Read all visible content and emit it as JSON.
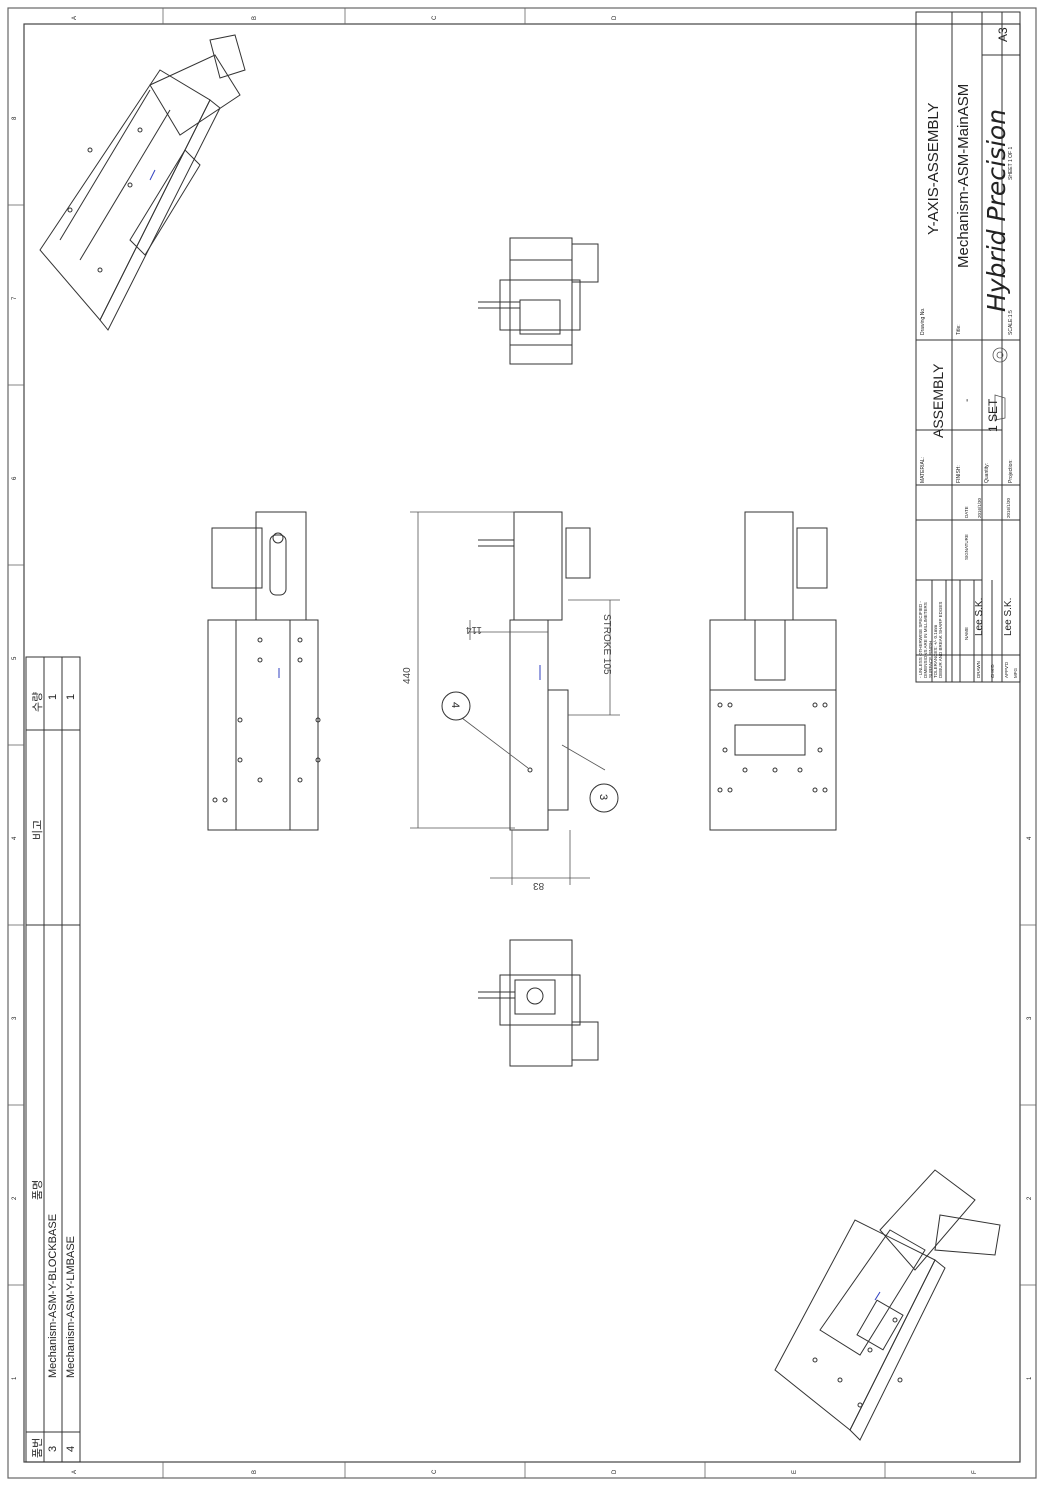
{
  "border": {
    "top_zones": [
      "A",
      "B",
      "C",
      "D"
    ],
    "bottom_zones": [
      "A",
      "B",
      "C",
      "D",
      "E",
      "F"
    ],
    "left_zones": [
      "8",
      "7",
      "6",
      "5",
      "4",
      "3",
      "2",
      "1"
    ],
    "right_zones": [
      "4",
      "3",
      "2",
      "1"
    ]
  },
  "bom": {
    "headers": {
      "item": "품번",
      "name": "품명",
      "remark": "비고",
      "qty": "수량"
    },
    "rows": [
      {
        "item": "3",
        "name": "Mechanism-ASM-Y-BLOCKBASE",
        "remark": "",
        "qty": "1"
      },
      {
        "item": "4",
        "name": "Mechanism-ASM-Y-LMBASE",
        "remark": "",
        "qty": "1"
      }
    ]
  },
  "dimensions": {
    "overall_length": "440",
    "offset": "114",
    "stroke": "STROKE 105",
    "width": "83"
  },
  "balloons": [
    "4",
    "3"
  ],
  "title_block": {
    "notes": [
      "- UNLESS OTHERWISE SPECIFIED -",
      "DIMENSIONS ARE IN MILLIMETERS",
      "SURFACE FINISH",
      "TOLERANCES: +/- 0.1mm",
      "DEBUR AND BREAK SHARP EDGES"
    ],
    "col_name": "NAME",
    "col_signature": "SIGNATURE",
    "col_date": "DATE",
    "row_drawn": "DRAWN",
    "row_chkd": "CHK'D",
    "row_apprvd": "APPV'D",
    "row_mfg": "MFG",
    "drawn_name": "Lee S.K.",
    "drawn_date": "2016/1/30",
    "apprvd_name": "Lee S.K.",
    "apprvd_date": "2016/1/30",
    "material_label": "MATERIAL:",
    "material": "ASSEMBLY",
    "finish_label": "FINISH:",
    "finish": "-",
    "quantity_label": "Quantity:",
    "quantity": "1 SET",
    "projection_label": "Projection:",
    "drawing_no_label": "Drawing No.",
    "drawing_no": "Y-AXIS-ASSEMBLY",
    "title_label": "Title:",
    "title": "Mechanism-ASM-MainASM",
    "company": "Hybrid Precision",
    "scale": "SCALE:1:5",
    "sheet": "SHEET 1 OF 1",
    "size": "A3"
  },
  "colors": {
    "line": "#2b2b2b",
    "hidden": "#3040c0",
    "paper": "#ffffff"
  }
}
